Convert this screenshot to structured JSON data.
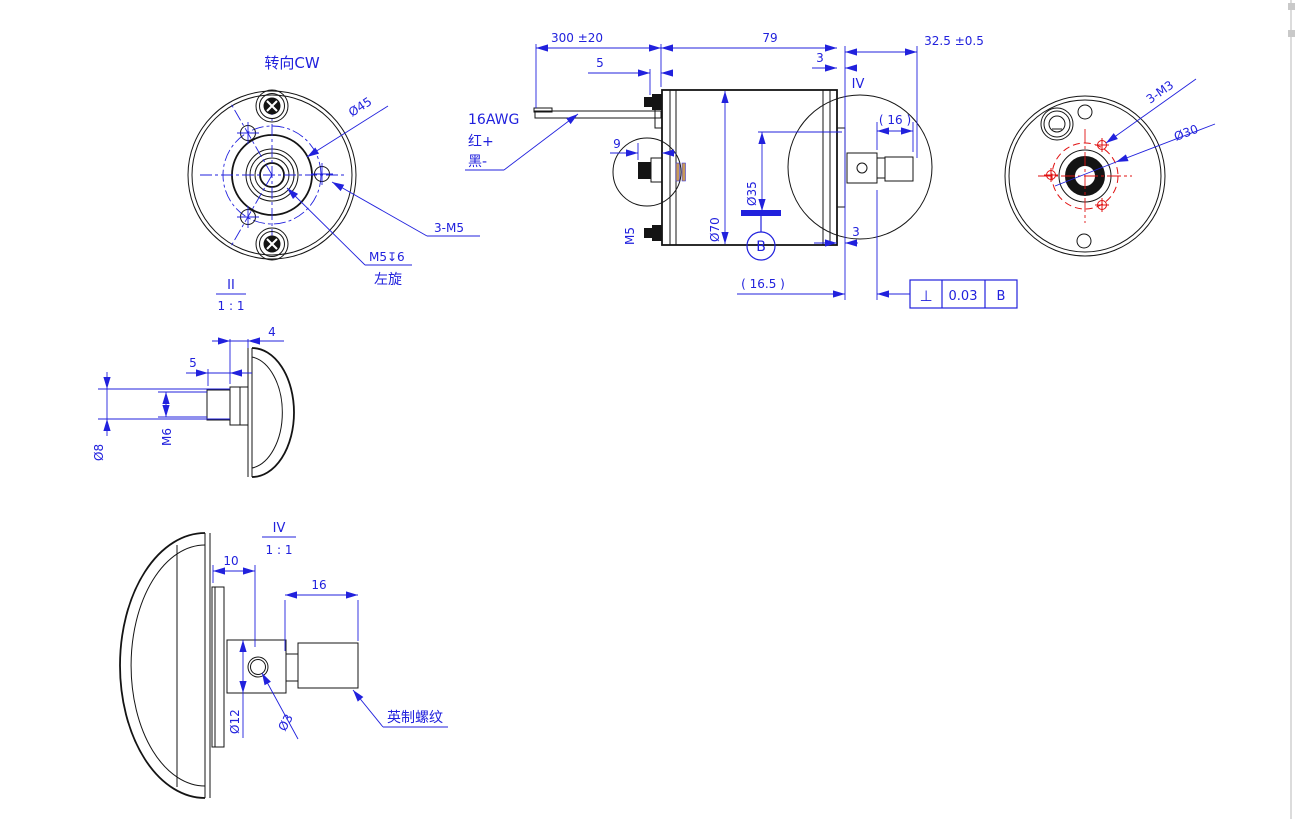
{
  "front_view": {
    "title": "转向CW",
    "dia_label": "Ø45",
    "holes_label": "3-M5",
    "tap_label": "M5↧6",
    "rotation_label": "左旋",
    "view_id": "II",
    "view_scale": "1 : 1"
  },
  "screw_detail": {
    "dim_4": "4",
    "dim_5": "5",
    "dia_8": "Ø8",
    "thread": "M6"
  },
  "shaft_detail": {
    "view_id": "IV",
    "view_scale": "1 : 1",
    "dim_10": "10",
    "dim_16": "16",
    "dia_12": "Ø12",
    "dia_3": "Ø3",
    "thread_note": "英制螺纹"
  },
  "side_view": {
    "wire_length": "300 ±20",
    "dim_5": "5",
    "body_length": "79",
    "dim_3_top": "3",
    "detail_label": "IV",
    "thread_ref": "( 16 )",
    "shaft_length": "32.5 ±0.5",
    "dim_9": "9",
    "screw_label": "M5",
    "boss_dia": "Ø35",
    "body_dia": "Ø70",
    "datum_label": "B",
    "dim_3_bottom": "3",
    "flange_ref": "( 16.5 )",
    "wire_gauge": "16AWG",
    "wire_red": "红+",
    "wire_black": "黑-"
  },
  "tolerance_frame": {
    "symbol": "⊥",
    "value": "0.03",
    "datum": "B"
  },
  "rear_view": {
    "holes_label": "3-M3",
    "bolt_circle_dia": "Ø30"
  },
  "colors": {
    "line": "#141414",
    "dimension": "#2121dd",
    "highlight_red": "#e01212",
    "marker_tan": "#c89a5a"
  }
}
